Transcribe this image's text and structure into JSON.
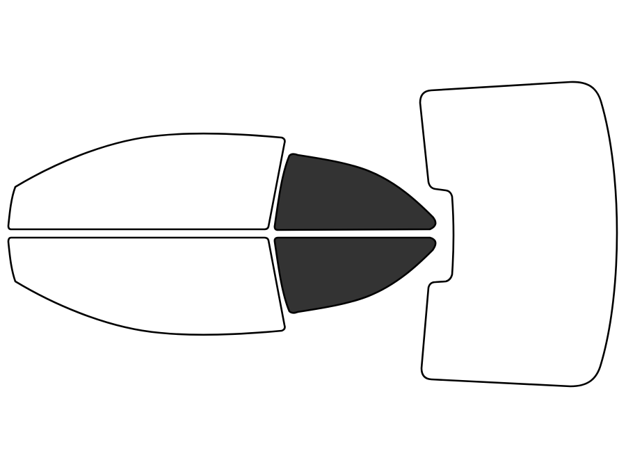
{
  "diagram": {
    "panels": [
      {
        "id": "front-door-window-upper",
        "tinted": false
      },
      {
        "id": "front-door-window-lower",
        "tinted": false
      },
      {
        "id": "rear-door-window-upper",
        "tinted": true
      },
      {
        "id": "rear-door-window-lower",
        "tinted": true
      },
      {
        "id": "rear-windshield",
        "tinted": false
      }
    ],
    "colors": {
      "tinted": "#333333",
      "untinted": "#ffffff",
      "outline": "#000000",
      "background": "#ffffff"
    }
  }
}
